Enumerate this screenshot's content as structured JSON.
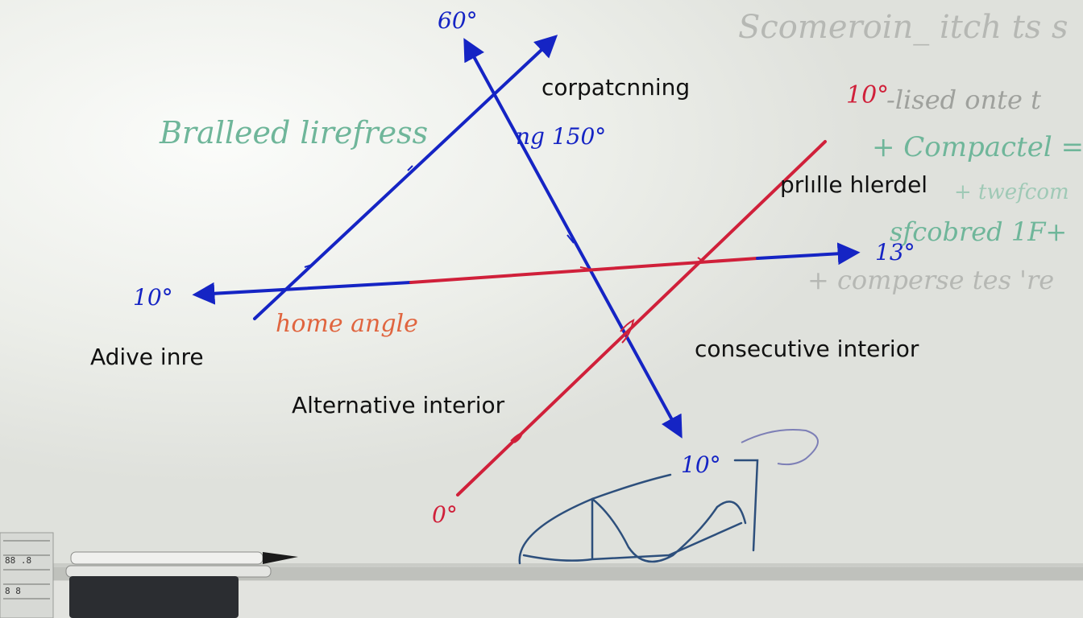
{
  "board": {
    "angle_labels": {
      "top": "60°",
      "left": "10°",
      "right_arrow": "13°",
      "bottom_right": "10°",
      "bottom_red": "0°",
      "top_right_red": "10°"
    },
    "printed_labels": {
      "corresponding": "corpatcnning",
      "parallel": "prlılle hlerdel",
      "consecutive": "consecutive interior",
      "adjacent": "Adive inre",
      "alternate": "Alternative interior"
    },
    "handwritten_notes": {
      "green_title": "Bralleed lirefress",
      "angle_note": "ng 150°",
      "red_note": "home angle",
      "gray_top": "Scomeroin_ itch ts s",
      "list_1": "-lised onte t",
      "list_2": "+ Compactel =",
      "list_3": "+ twefcom",
      "list_4": "sfcobred 1F+",
      "list_5": "+ comperse tes 're"
    },
    "colors": {
      "board": "#e9ebe6",
      "blue_marker": "#1524c4",
      "red_marker": "#d0203a",
      "green_marker": "#6fb69a",
      "gray_marker": "#b6b8b4",
      "navy_sketch": "#2d4f7c"
    }
  }
}
